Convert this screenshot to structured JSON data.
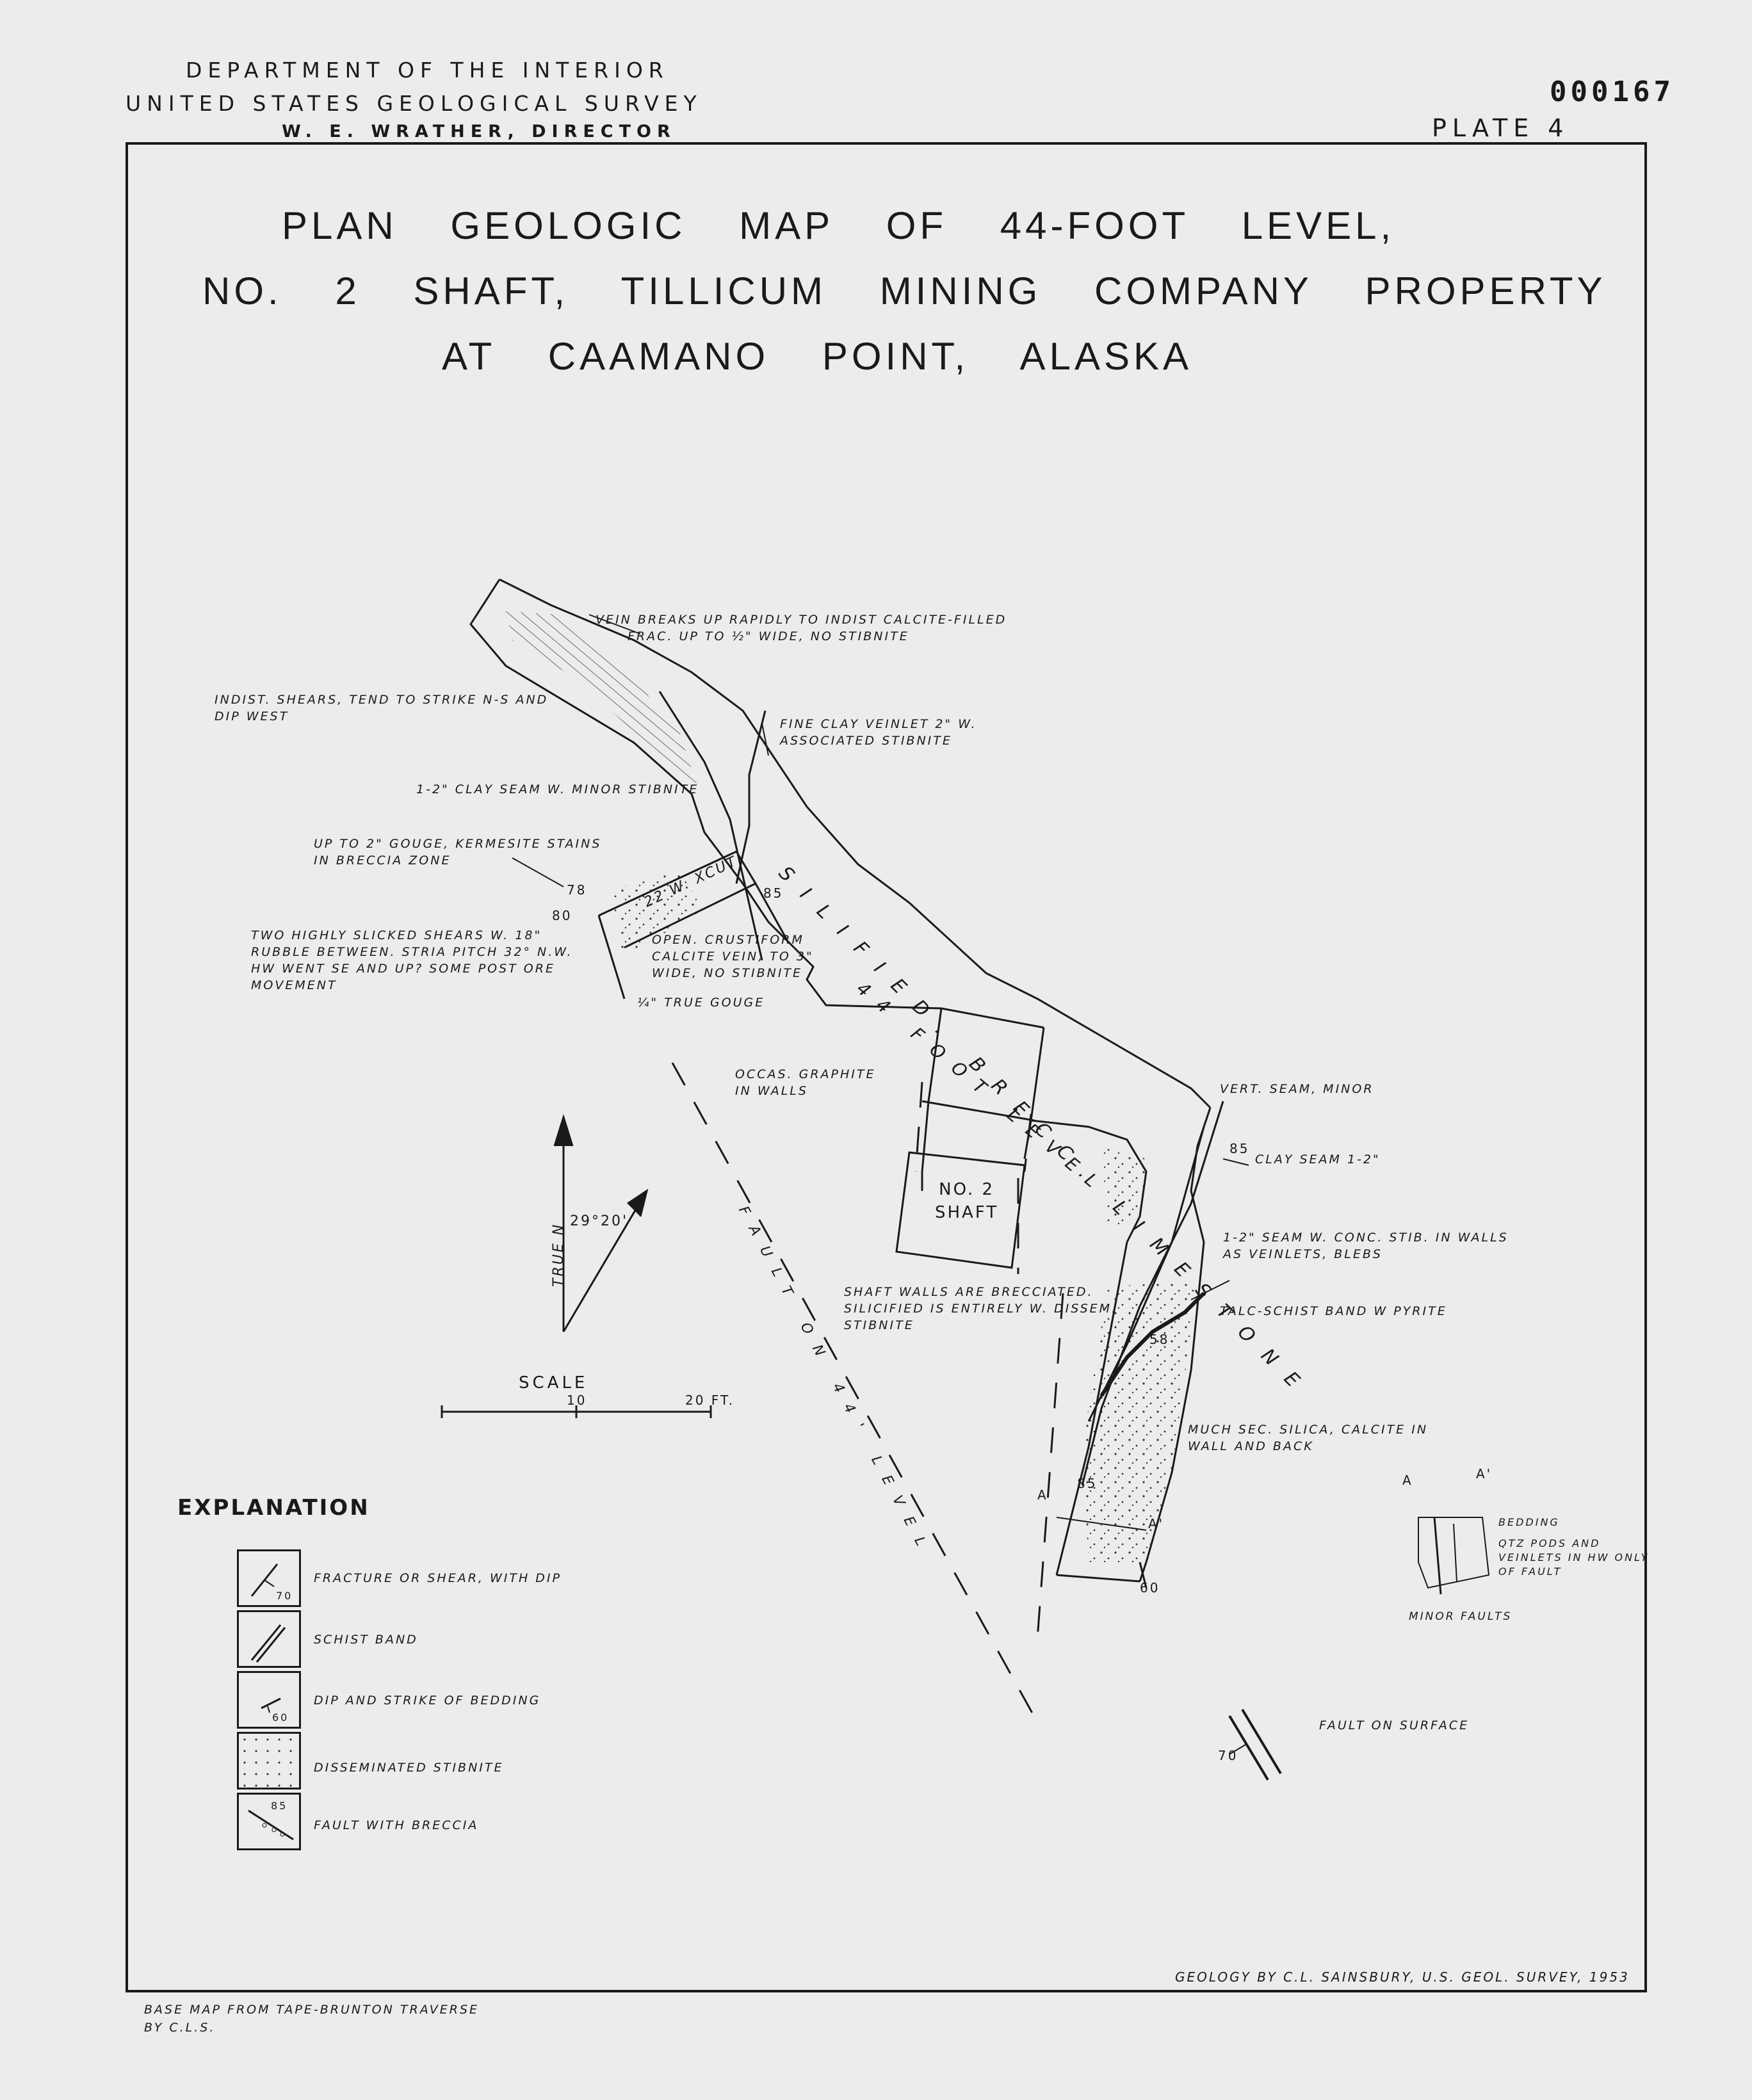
{
  "header": {
    "dept": "DEPARTMENT OF THE INTERIOR",
    "survey": "UNITED STATES GEOLOGICAL SURVEY",
    "director": "W. E. WRATHER, DIRECTOR",
    "doc_number": "000167",
    "plate": "PLATE 4"
  },
  "title": {
    "line1": "PLAN GEOLOGIC MAP OF 44-FOOT LEVEL,",
    "line2": "NO. 2 SHAFT, TILLICUM MINING COMPANY PROPERTY",
    "line3": "AT CAAMANO POINT, ALASKA"
  },
  "annotations": {
    "vein_breaks_1": "VEIN BREAKS UP RAPIDLY TO INDIST CALCITE-FILLED",
    "vein_breaks_2": "FRAC. UP TO ½\" WIDE, NO STIBNITE",
    "indist_shears_1": "INDIST. SHEARS, TEND TO STRIKE N-S AND",
    "indist_shears_2": "DIP WEST",
    "fine_clay_1": "FINE CLAY VEINLET 2\" W.",
    "fine_clay_2": "ASSOCIATED STIBNITE",
    "clay_seam": "1-2\" CLAY SEAM W. MINOR STIBNITE",
    "gouge_1": "UP TO 2\" GOUGE, KERMESITE STAINS",
    "gouge_2": "IN BRECCIA ZONE",
    "xcut": "22 W. XCUT",
    "silicified": "SILIFIED. BRECC. LIMESTONE",
    "two_shears_1": "TWO HIGHLY SLICKED SHEARS W. 18\"",
    "two_shears_2": "RUBBLE BETWEEN. STRIA PITCH 32° N.W.",
    "two_shears_3": "HW WENT SE AND UP? SOME POST ORE",
    "two_shears_4": "MOVEMENT",
    "open_vein_1": "OPEN. CRUSTIFORM",
    "open_vein_2": "CALCITE VEIN, TO 3\"",
    "open_vein_3": "WIDE, NO STIBNITE",
    "true_gouge": "¼\" TRUE GOUGE",
    "level_label": "44 FOOT LEVEL",
    "graphite_1": "OCCAS. GRAPHITE",
    "graphite_2": "IN WALLS",
    "vert_seam": "VERT. SEAM, MINOR",
    "clay_seam_2": "CLAY SEAM 1-2\"",
    "shaft_1": "NO. 2",
    "shaft_2": "SHAFT",
    "conc_seam_1": "1-2\" SEAM W. CONC. STIB. IN WALLS",
    "conc_seam_2": "AS VEINLETS, BLEBS",
    "talc_band": "TALC-SCHIST BAND W PYRITE",
    "shaft_walls_1": "SHAFT WALLS ARE BRECCIATED.",
    "shaft_walls_2": "SILICIFIED IS ENTIRELY W. DISSEM.",
    "shaft_walls_3": "STIBNITE",
    "fault_level": "FAULT ON 44' LEVEL",
    "much_silica_1": "MUCH SEC. SILICA, CALCITE IN",
    "much_silica_2": "WALL AND BACK",
    "dip_78": "78",
    "dip_80": "80",
    "dip_85a": "85",
    "dip_85b": "85",
    "dip_58": "58",
    "dip_85c": "85",
    "dip_60": "60",
    "dip_70": "70",
    "sec_a": "A",
    "sec_a2": "A'",
    "fault_surface": "FAULT ON SURFACE",
    "section_a": "A",
    "section_a2": "A'",
    "bedding": "BEDDING",
    "qtz_1": "QTZ PODS AND",
    "qtz_2": "VEINLETS IN HW ONLY",
    "qtz_3": "OF FAULT",
    "minor_faults": "MINOR FAULTS"
  },
  "north_arrow": {
    "label": "TRUE N",
    "declination": "29°20'"
  },
  "scale": {
    "title": "SCALE",
    "mid": "10",
    "end": "20 FT."
  },
  "explanation": {
    "title": "EXPLANATION",
    "items": [
      {
        "label": "FRACTURE OR SHEAR, WITH DIP",
        "value": "70"
      },
      {
        "label": "SCHIST BAND"
      },
      {
        "label": "DIP AND STRIKE OF BEDDING",
        "value": "60"
      },
      {
        "label": "DISSEMINATED STIBNITE"
      },
      {
        "label": "FAULT WITH BRECCIA",
        "value": "85"
      }
    ]
  },
  "footer": {
    "geology": "GEOLOGY BY C.L. SAINSBURY, U.S. GEOL. SURVEY, 1953",
    "base_1": "BASE MAP FROM TAPE-BRUNTON TRAVERSE",
    "base_2": "BY C.L.S."
  }
}
